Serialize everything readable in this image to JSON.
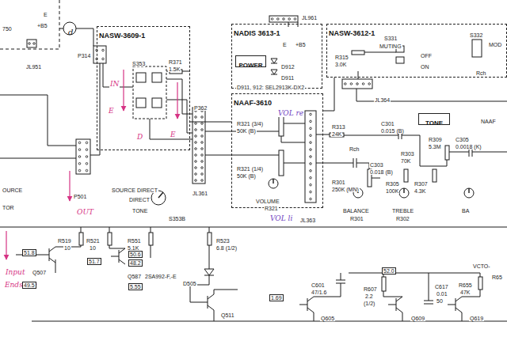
{
  "diagram": {
    "nodes": [
      {
        "text": [
          "NASW-3609-1"
        ]
      },
      {
        "text": [
          "NADIS 3613-1"
        ]
      },
      {
        "text": [
          "POWER"
        ],
        "in": 1
      },
      {
        "text": [
          "NASW-3612-1"
        ]
      },
      {
        "text": [
          "NAAF-3610"
        ]
      },
      {
        "text": [
          "TONE"
        ]
      }
    ],
    "edges": [
      {
        "from": 0,
        "to": 4,
        "arrow": "none"
      },
      {
        "from": 3,
        "to": 4,
        "arrow": "none"
      }
    ],
    "labels": [
      "750",
      "E",
      "+B5",
      "JL951",
      "d",
      "P314",
      "S353",
      "R371",
      "1.5K",
      "IN",
      "E",
      "D",
      "E",
      "P362",
      "JL361",
      "OURCE",
      "TOR",
      "P501",
      "OUT",
      "SOURCE DIRECT",
      "DIRECT",
      "TONE",
      "S353B",
      "Input Endstufe",
      "JL961",
      "E",
      "+B5",
      "D912",
      "D911",
      "D911, 912: SEL2913K-DX2",
      "S331",
      "MUTING",
      "OFF",
      "ON",
      "S332",
      "MOD",
      "R315",
      "3.0K",
      "Rch",
      "JL364",
      "VOL re",
      "R321 (3/4)",
      "50K (B)",
      "R321 (1/4)",
      "50K (B)",
      "VOLUME",
      "R321",
      "VOL li",
      "JL363",
      "R313",
      "24K",
      "Rch",
      "C301",
      "0.015 (B)",
      "NAAF",
      "R309",
      "5.3M",
      "C305",
      "0.0018 (K)",
      "R303",
      "70K",
      "C303",
      "0.018 (B)",
      "R301",
      "250K (MN)",
      "R305",
      "100K",
      "R307",
      "4.3K",
      "BALANCE",
      "R301",
      "TREBLE",
      "R302",
      "BA",
      "R519",
      "10",
      "R521",
      "10",
      "R551",
      "5.1K",
      "R523",
      "6.8 (1/2)",
      "51.8",
      "51.7",
      "50.6",
      "48.2",
      "Q507",
      "Q587",
      "2SA992-F,-E",
      "49.5",
      "5.55",
      "D505",
      "Q511",
      "1.69",
      "C601",
      "47/1.6",
      "Q605",
      "52.0",
      "R607",
      "2.2",
      "(1/2)",
      "Q609",
      "C617",
      "0.01",
      "50",
      "R655",
      "47K",
      "Q619",
      "R65",
      "VCTO-"
    ]
  }
}
